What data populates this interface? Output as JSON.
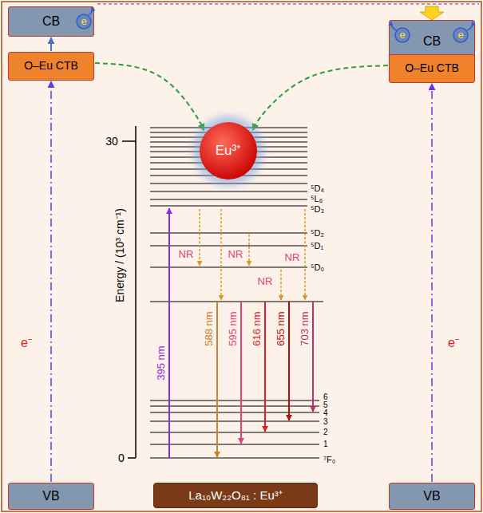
{
  "diagram": {
    "nodes": [
      {
        "text": [
          "CB"
        ]
      },
      {
        "text": [
          "e"
        ],
        "in": 0
      },
      {
        "text": [
          "O–Eu CTB"
        ]
      },
      {
        "text": [
          "CB"
        ]
      },
      {
        "text": [
          "e"
        ],
        "in": 3
      },
      {
        "text": [
          "e"
        ],
        "in": 3
      },
      {
        "text": [
          "O–Eu CTB"
        ]
      },
      {
        "text": [
          "Eu³⁺"
        ]
      },
      {
        "text": [
          "VB"
        ]
      },
      {
        "text": [
          "La₁₀W₂₂O₈₁ : Eu³⁺"
        ]
      },
      {
        "text": [
          "VB"
        ]
      }
    ],
    "edges": [
      {
        "from": 2,
        "to": 0,
        "arrow": "to"
      },
      {
        "from": 8,
        "to": 2,
        "arrow": "to"
      },
      {
        "from": 10,
        "to": 6,
        "arrow": "to"
      },
      {
        "from": 2,
        "to": 7,
        "arrow": "to"
      },
      {
        "from": 6,
        "to": 7,
        "arrow": "to"
      }
    ],
    "labels": [
      "e⁻",
      "e⁻",
      "30",
      "0",
      "Energy / (10³ cm⁻¹)",
      "⁵D₄",
      "⁵L₆",
      "⁵D₃",
      "⁵D₂",
      "⁵D₁",
      "⁵D₀",
      "NR",
      "NR",
      "NR",
      "NR",
      "395 nm",
      "588 nm",
      "595 nm",
      "616 nm",
      "655 nm",
      "703 nm",
      "6",
      "5",
      "4",
      "3",
      "2",
      "1",
      "⁷F₀"
    ]
  }
}
